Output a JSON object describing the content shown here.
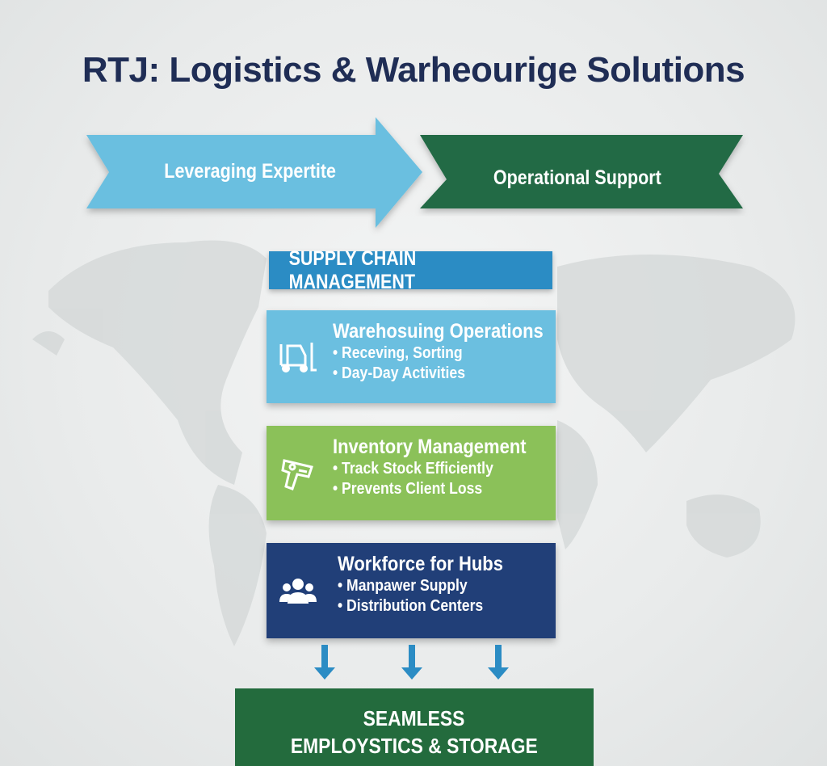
{
  "title": "RTJ: Logistics & Warheourige Solutions",
  "banner": {
    "left": "Leveraging Expertite",
    "right": "Operational Support"
  },
  "section": "SUPPLY CHAIN MANAGEMENT",
  "cards": [
    {
      "title": "Warehosuing Operations",
      "items": [
        "Receving, Sorting",
        "Day-Day Activities"
      ],
      "icon": "forklift-icon",
      "color": "#6bbfe0"
    },
    {
      "title": "Inventory Management",
      "items": [
        "Track Stock Efficiently",
        "Prevents Client Loss"
      ],
      "icon": "barcode-scanner-icon",
      "color": "#8bc159"
    },
    {
      "title": "Workforce for Hubs",
      "items": [
        "Manpawer Supply",
        "Distribution Centers"
      ],
      "icon": "people-icon",
      "color": "#213f78"
    }
  ],
  "result": {
    "line1": "SEAMLESS",
    "line2": "EMPLOYSTICS & STORAGE"
  },
  "colors": {
    "title": "#1f2d55",
    "blue": "#6bbfe0",
    "green": "#236b3d",
    "accent": "#2b8cc4"
  }
}
